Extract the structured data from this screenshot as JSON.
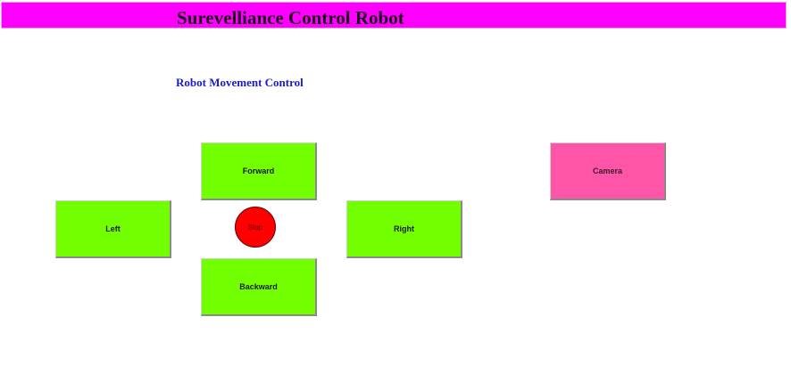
{
  "header": {
    "title": "Surevelliance Control Robot",
    "background_color": "#ff00ff"
  },
  "movement": {
    "section_title": "Robot Movement Control",
    "buttons": {
      "forward": "Forward",
      "left": "Left",
      "stop": "Stop",
      "right": "Right",
      "backward": "Backward"
    },
    "button_color": "#72ff00",
    "stop_color": "#ff0000"
  },
  "camera": {
    "label": "Camera",
    "color": "#ff55a8"
  }
}
